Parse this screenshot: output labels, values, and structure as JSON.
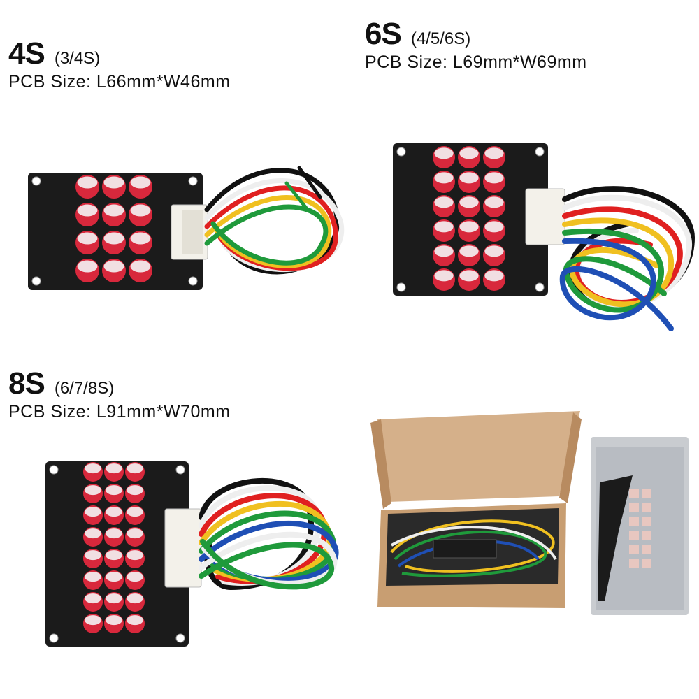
{
  "variants": [
    {
      "name": "4S",
      "range": "(3/4S)",
      "pcb_size": "PCB  Size:  L66mm*W46mm"
    },
    {
      "name": "6S",
      "range": "(4/5/6S)",
      "pcb_size": "PCB  Size:  L69mm*W69mm"
    },
    {
      "name": "8S",
      "range": "(6/7/8S)",
      "pcb_size": "PCB  Size:  L91mm*W70mm"
    }
  ],
  "colors": {
    "pcb": "#1b1b1b",
    "capacitor": "#d8283c",
    "capacitor_top": "#f1dfe2",
    "connector": "#f3f1ea",
    "box": "#c89e72",
    "bag": "#c9ccd0",
    "wire_colors": [
      "#111111",
      "#ffffff",
      "#e02020",
      "#f0c020",
      "#1f9a3b",
      "#1f4fb5"
    ]
  }
}
